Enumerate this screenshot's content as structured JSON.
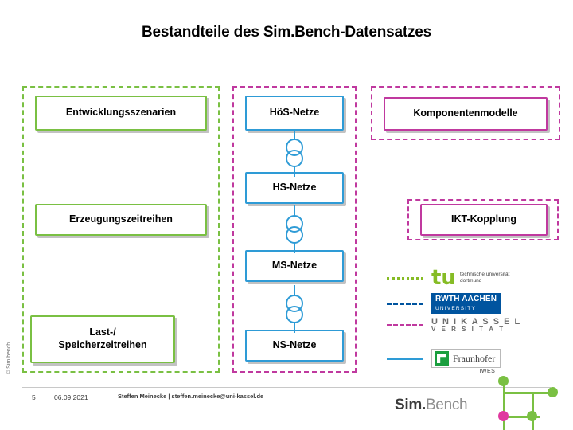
{
  "slide": {
    "title": "Bestandteile des Sim.Bench-Datensatzes",
    "sidebar_copyright": "© Sim bench"
  },
  "colors": {
    "green": "#7ac043",
    "blue": "#2e9bd6",
    "pink": "#c0399f",
    "tu_green": "#86bc25",
    "rwth_blue": "#00549f",
    "fraunhofer_green": "#1a9e3e"
  },
  "boxes": {
    "entwicklungsszenarien": "Entwicklungsszenarien",
    "erzeugungszeitreihen": "Erzeugungszeitreihen",
    "last_speicherzeitreihen": "Last-/\nSpeicherzeitreihen",
    "hoes_netze": "HöS-Netze",
    "hs_netze": "HS-Netze",
    "ms_netze": "MS-Netze",
    "ns_netze": "NS-Netze",
    "komponentenmodelle": "Komponentenmodelle",
    "ikt_kopplung": "IKT-Kopplung"
  },
  "logos": [
    {
      "name": "tu-dortmund",
      "mark": "tu",
      "line1": "technische universität",
      "line2": "dortmund",
      "line_color": "#86bc25",
      "line_style": "dotted"
    },
    {
      "name": "rwth-aachen",
      "line1": "RWTH",
      "line2": "AACHEN",
      "line3": "UNIVERSITY",
      "line_color": "#00549f",
      "line_style": "dashed"
    },
    {
      "name": "uni-kassel",
      "line1": "U N I K A S S E L",
      "line2": "V E R S I T Ä T",
      "line_color": "#c0399f",
      "line_style": "dash-dot"
    },
    {
      "name": "fraunhofer-iwes",
      "text": "Fraunhofer",
      "sub": "IWES",
      "line_color": "#2e9bd6",
      "line_style": "solid"
    }
  ],
  "footer": {
    "page_number": "5",
    "date": "06.09.2021",
    "author": "Steffen Meinecke | steffen.meinecke@uni-kassel.de",
    "wordmark_sim": "Sim.",
    "wordmark_bench": "Bench"
  }
}
